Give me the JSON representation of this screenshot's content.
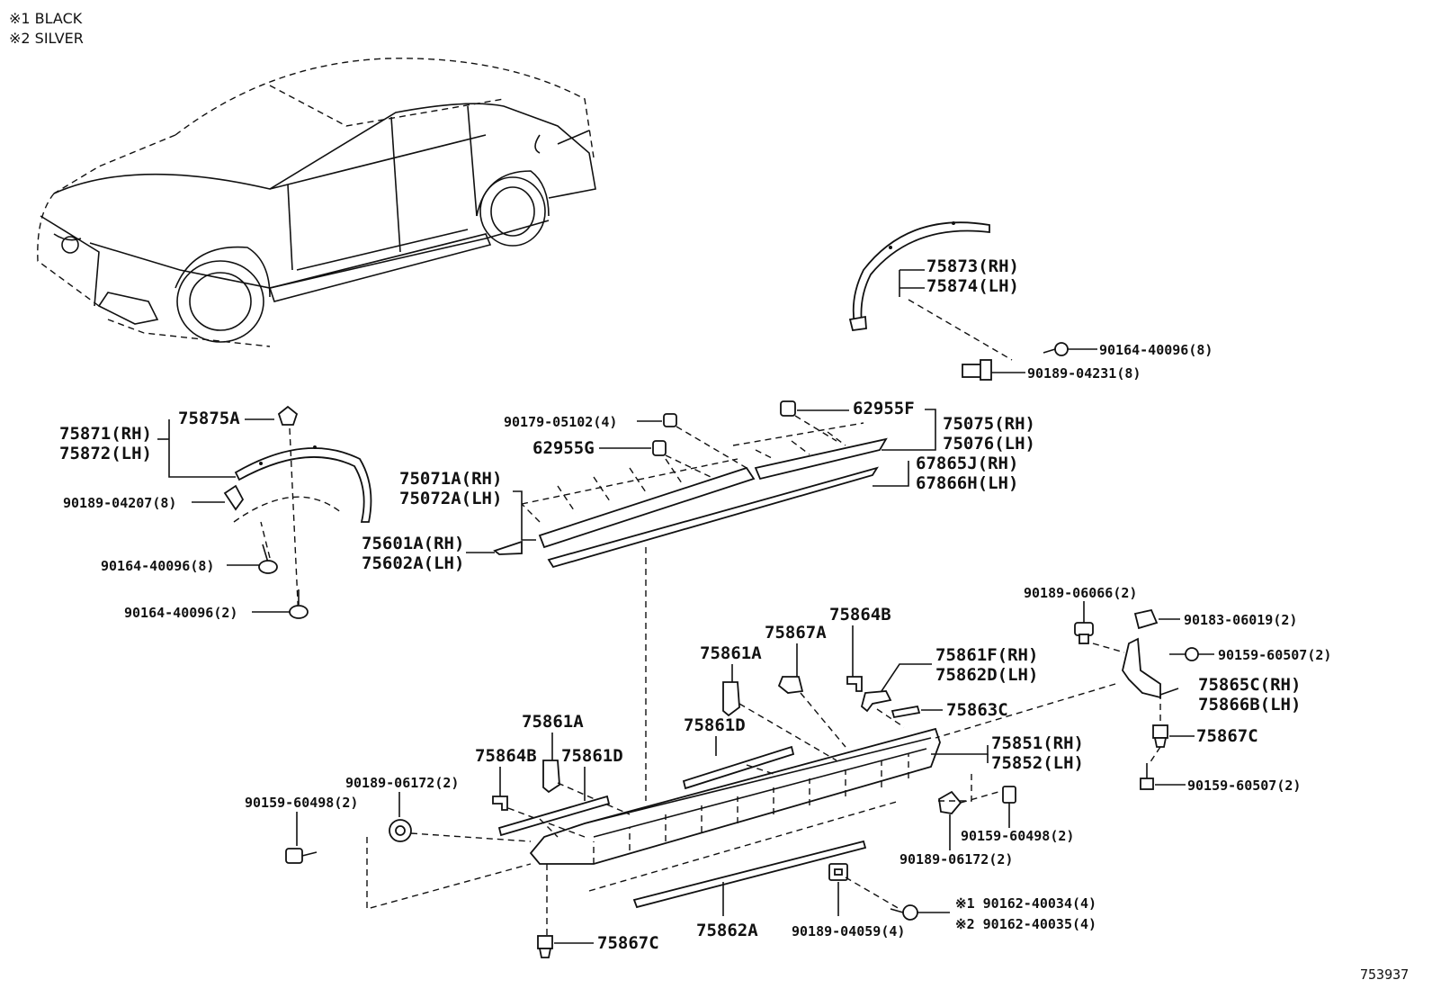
{
  "notes": {
    "note1": "※1 BLACK",
    "note2": "※2 SILVER"
  },
  "figure_id": "753937",
  "labels": {
    "p75873": "75873(RH)",
    "p75874": "75874(LH)",
    "p90164_40096_8_top": "90164-40096(8)",
    "p90189_04231": "90189-04231(8)",
    "p75875A": "75875A",
    "p75871": "75871(RH)",
    "p75872": "75872(LH)",
    "p90189_04207": "90189-04207(8)",
    "p90164_40096_8_left": "90164-40096(8)",
    "p90164_40096_2": "90164-40096(2)",
    "p90179_05102": "90179-05102(4)",
    "p62955G": "62955G",
    "p62955F": "62955F",
    "p75075": "75075(RH)",
    "p75076": "75076(LH)",
    "p67865J": "67865J(RH)",
    "p67866H": "67866H(LH)",
    "p75071A": "75071A(RH)",
    "p75072A": "75072A(LH)",
    "p75601A": "75601A(RH)",
    "p75602A": "75602A(LH)",
    "p90189_06066": "90189-06066(2)",
    "p90183_06019": "90183-06019(2)",
    "p90159_60507_top": "90159-60507(2)",
    "p75864B_top": "75864B",
    "p75867A": "75867A",
    "p75861A_top": "75861A",
    "p75861F": "75861F(RH)",
    "p75862D": "75862D(LH)",
    "p75865C": "75865C(RH)",
    "p75866B": "75866B(LH)",
    "p75863C": "75863C",
    "p75861D_mid": "75861D",
    "p75867C_right": "75867C",
    "p75851": "75851(RH)",
    "p75852": "75852(LH)",
    "p75861A_left": "75861A",
    "p75864B_left": "75864B",
    "p75861D_left": "75861D",
    "p90189_06172_left": "90189-06172(2)",
    "p90159_60498_left": "90159-60498(2)",
    "p90159_60507_bottom": "90159-60507(2)",
    "p90159_60498_right": "90159-60498(2)",
    "p90189_06172_right": "90189-06172(2)",
    "p90162_40034": "※1 90162-40034(4)",
    "p90162_40035": "※2 90162-40035(4)",
    "p90189_04059": "90189-04059(4)",
    "p75862A": "75862A",
    "p75867C_bottom": "75867C"
  }
}
